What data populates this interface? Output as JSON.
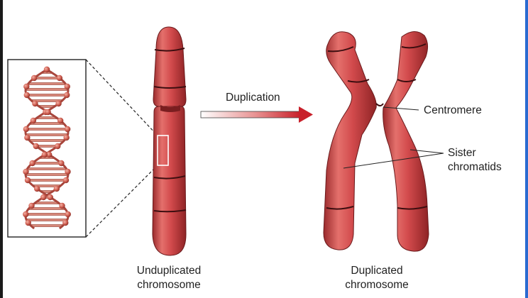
{
  "labels": {
    "duplication": "Duplication",
    "centromere": "Centromere",
    "sister_line1": "Sister",
    "sister_line2": "chromatids",
    "unduplicated_line1": "Unduplicated",
    "unduplicated_line2": "chromosome",
    "duplicated_line1": "Duplicated",
    "duplicated_line2": "chromosome"
  },
  "icons": {
    "dna": "dna-double-helix-icon",
    "arrow": "duplication-arrow-icon"
  },
  "colors": {
    "chromosome_fill": "#d24a4c",
    "chromosome_dark": "#8e2325",
    "chromosome_light": "#ee8a86",
    "band": "#4a1214",
    "arrow_start": "#ffffff",
    "arrow_end": "#c8202a",
    "dna_sphere": "#c9574a",
    "dna_rung": "#d88a7c",
    "frame_left_edge": "#1a1a1a",
    "frame_right_edge": "#2a6ad0"
  }
}
